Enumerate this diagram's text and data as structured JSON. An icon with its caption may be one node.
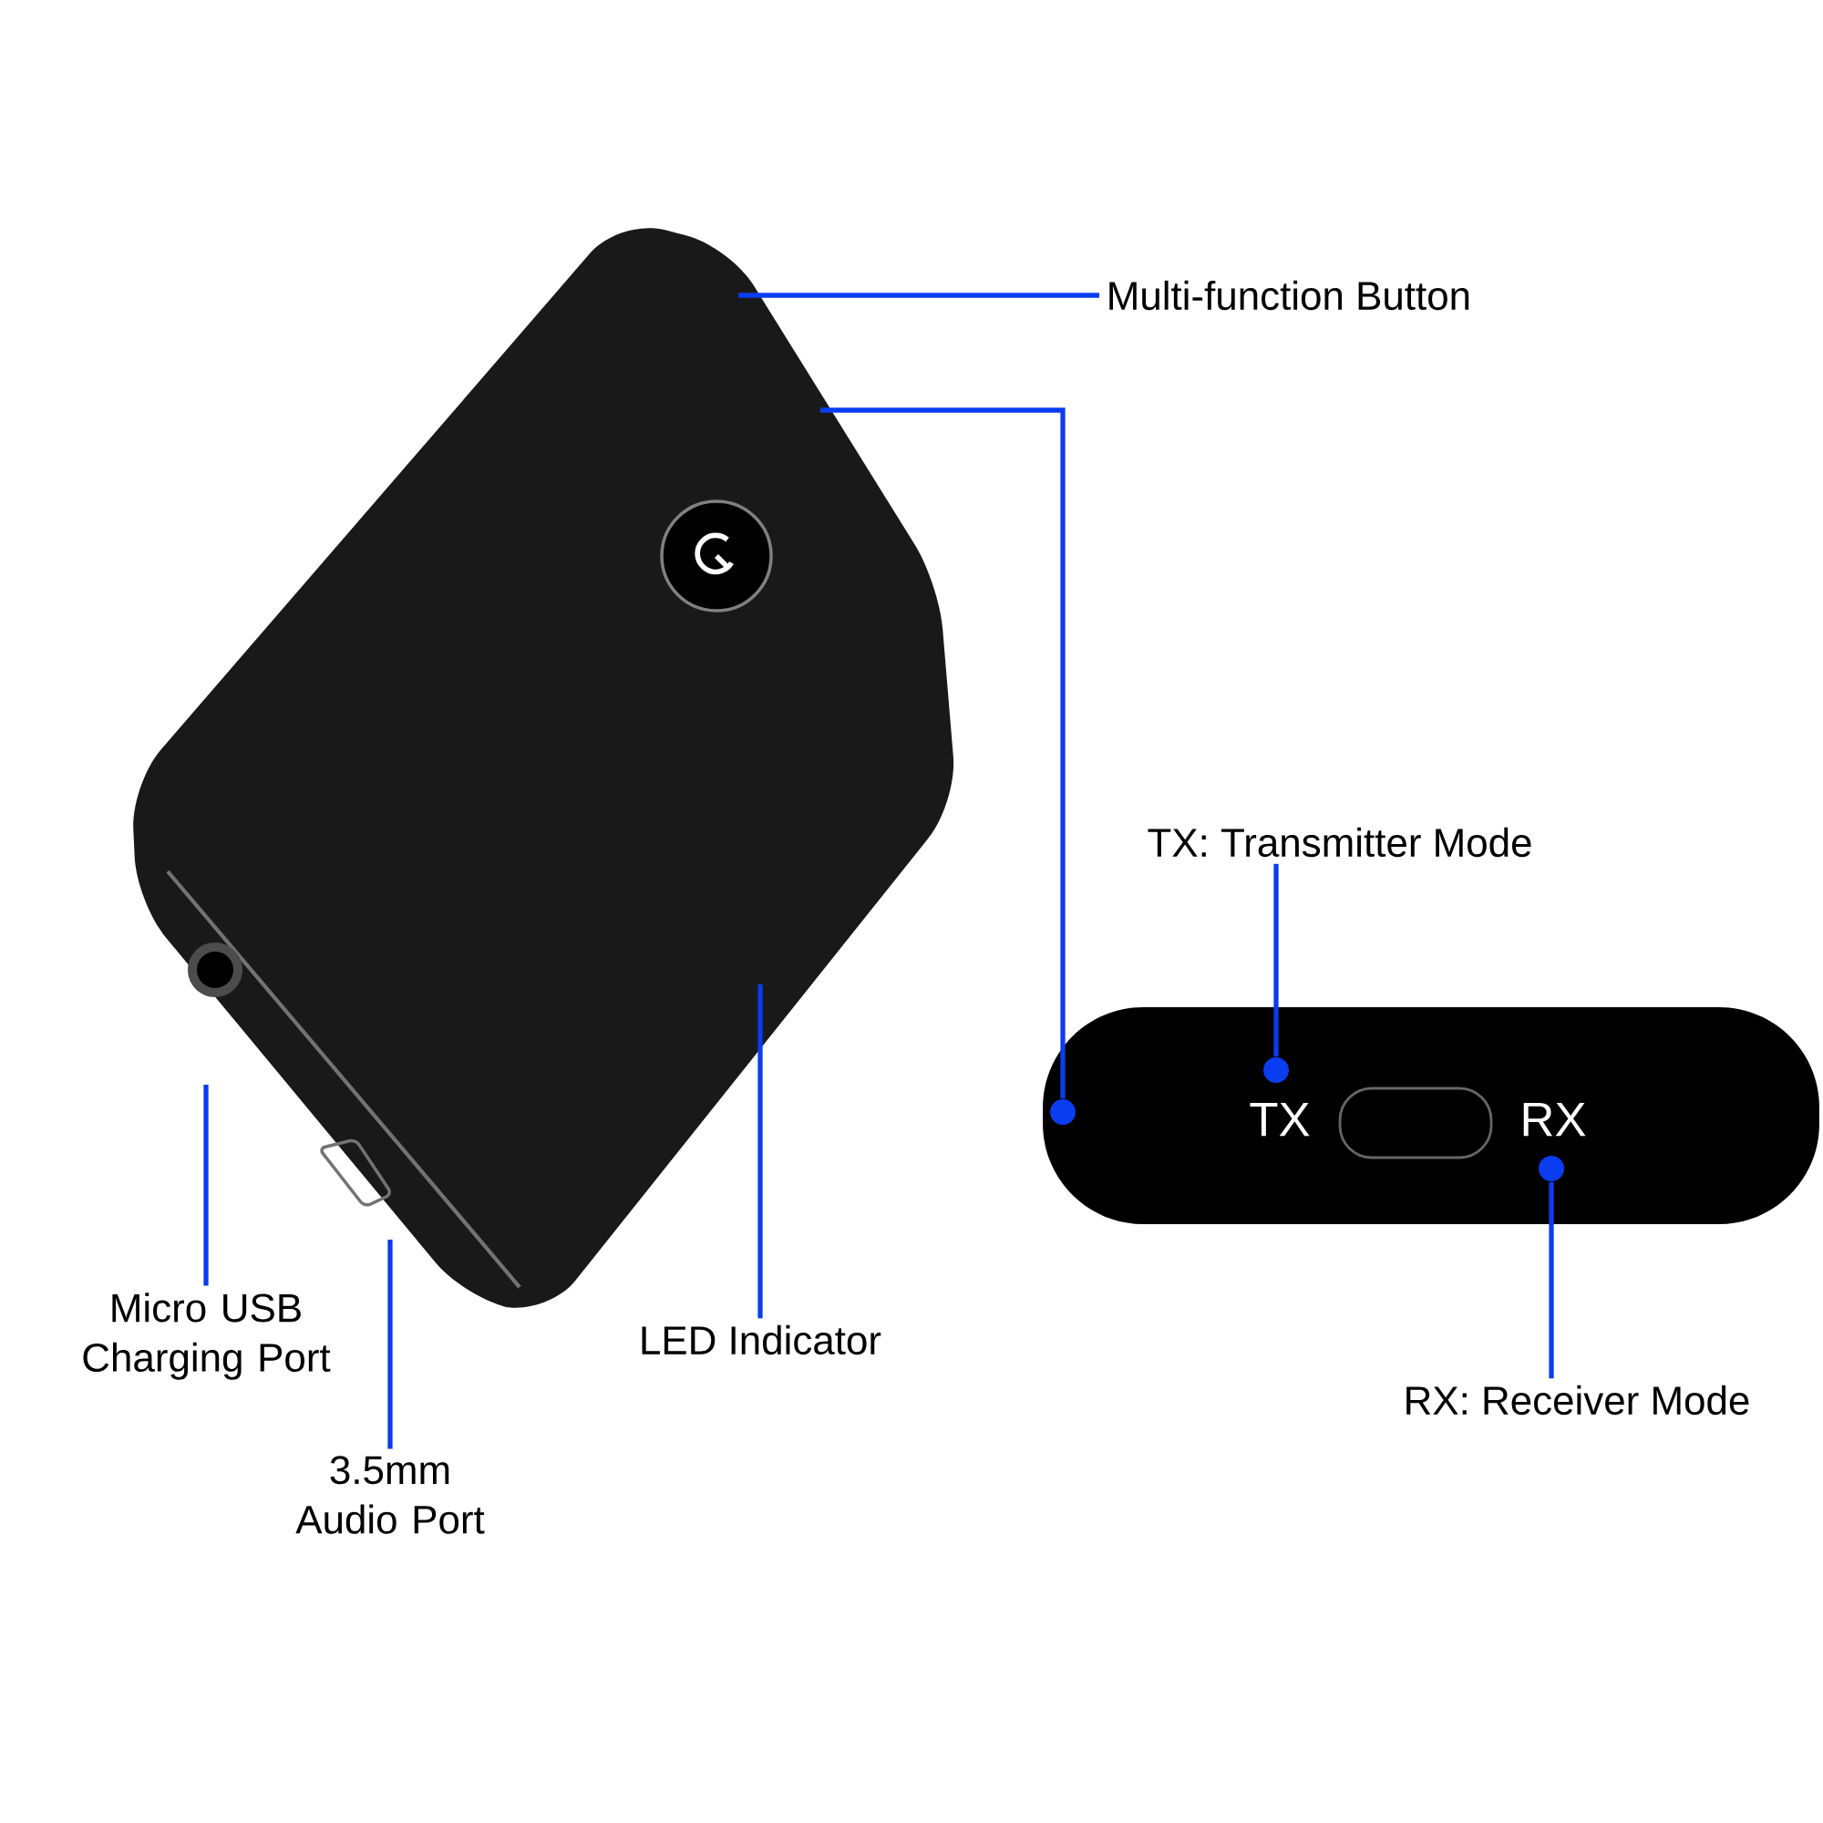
{
  "diagram": {
    "nodes": [
      {
        "text": [
          "Multi-function Button"
        ]
      },
      {
        "text": [
          "TX: Transmitter Mode"
        ]
      },
      {
        "text": [
          "RX: Receiver Mode"
        ]
      },
      {
        "text": [
          "LED Indicator"
        ]
      },
      {
        "text": [
          "Micro USB Charging Port"
        ]
      },
      {
        "text": [
          "3.5mm Audio Port"
        ]
      },
      {
        "text": [],
        "shape": "picture"
      },
      {
        "text": [],
        "shape": "picture"
      },
      {
        "text": [],
        "shape": "circle",
        "in": 7
      },
      {
        "text": [],
        "shape": "circle",
        "in": 7
      },
      {
        "text": [],
        "shape": "circle",
        "in": 7
      }
    ],
    "edges": [
      {
        "from": 0,
        "to": 6,
        "arrow": "none"
      },
      {
        "from": 6,
        "to": 8,
        "arrow": "none"
      },
      {
        "from": 1,
        "to": 9,
        "arrow": "none"
      },
      {
        "from": 2,
        "to": 10,
        "arrow": "none"
      },
      {
        "from": 3,
        "to": 6,
        "arrow": "none"
      },
      {
        "from": 4,
        "to": 6,
        "arrow": "none"
      },
      {
        "from": 5,
        "to": 6,
        "arrow": "none"
      }
    ],
    "labels": [
      "TX",
      "RX"
    ]
  }
}
